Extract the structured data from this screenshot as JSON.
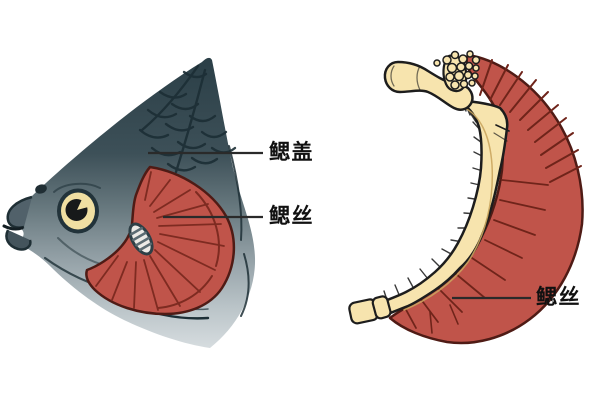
{
  "labels": {
    "gill_cover": "鳃盖",
    "gill_filaments_fish": "鳃丝",
    "gill_filaments_arch": "鳃丝"
  },
  "colors": {
    "background": "#ffffff",
    "fish_body_top": "#2c4048",
    "fish_body_bottom": "#d3dadd",
    "scale_line": "#1c2e35",
    "gill_red": "#c0544a",
    "gill_red_line": "#7e2b21",
    "gill_red_outline": "#4f1b15",
    "bone_cream": "#f7e4ae",
    "eye_cream": "#f0dfa2",
    "pupil_black": "#17191a",
    "outline_black": "#1d1d1d",
    "label_text": "#111111",
    "leader_line": "#2a2a2a"
  }
}
